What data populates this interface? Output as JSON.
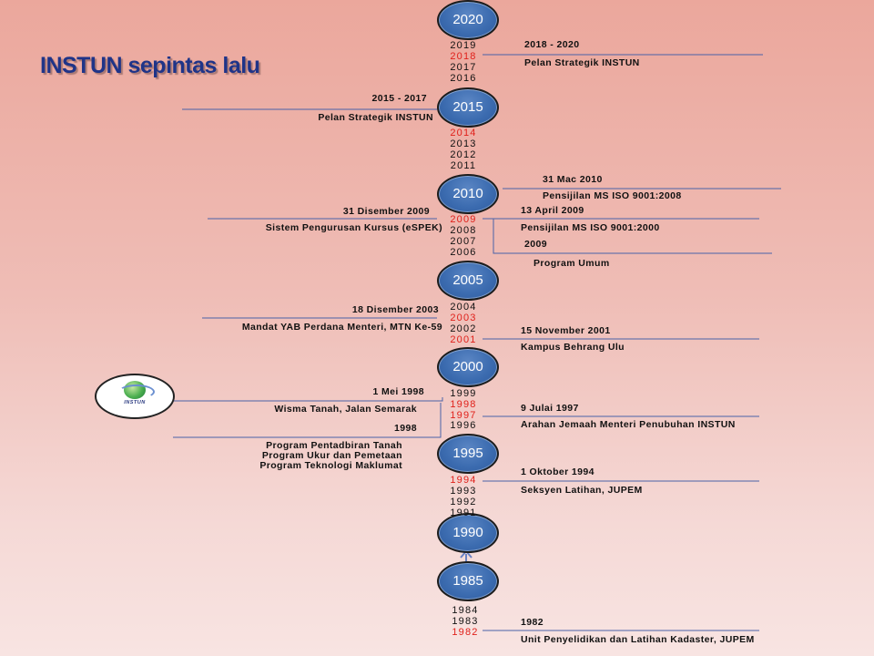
{
  "title": "INSTUN sepintas lalu",
  "timeline": {
    "milestones": [
      {
        "key": "m2020",
        "label": "2020"
      },
      {
        "key": "m2015",
        "label": "2015"
      },
      {
        "key": "m2010",
        "label": "2010"
      },
      {
        "key": "m2005",
        "label": "2005"
      },
      {
        "key": "m2000",
        "label": "2000"
      },
      {
        "key": "m1995",
        "label": "1995"
      },
      {
        "key": "m1990",
        "label": "1990"
      },
      {
        "key": "m1985",
        "label": "1985"
      }
    ],
    "years": [
      {
        "text": "2019",
        "highlight": false
      },
      {
        "text": "2018",
        "highlight": true
      },
      {
        "text": "2017",
        "highlight": false
      },
      {
        "text": "2016",
        "highlight": false
      },
      {
        "text": "2014",
        "highlight": true
      },
      {
        "text": "2013",
        "highlight": false
      },
      {
        "text": "2012",
        "highlight": false
      },
      {
        "text": "2011",
        "highlight": false
      },
      {
        "text": "2009",
        "highlight": true
      },
      {
        "text": "2008",
        "highlight": false
      },
      {
        "text": "2007",
        "highlight": false
      },
      {
        "text": "2006",
        "highlight": false
      },
      {
        "text": "2004",
        "highlight": false
      },
      {
        "text": "2003",
        "highlight": true
      },
      {
        "text": "2002",
        "highlight": false
      },
      {
        "text": "2001",
        "highlight": true
      },
      {
        "text": "1999",
        "highlight": false
      },
      {
        "text": "1998",
        "highlight": true
      },
      {
        "text": "1997",
        "highlight": true
      },
      {
        "text": "1996",
        "highlight": false
      },
      {
        "text": "1994",
        "highlight": true
      },
      {
        "text": "1993",
        "highlight": false
      },
      {
        "text": "1992",
        "highlight": false
      },
      {
        "text": "1991",
        "highlight": false
      },
      {
        "text": "1984",
        "highlight": false
      },
      {
        "text": "1983",
        "highlight": false
      },
      {
        "text": "1982",
        "highlight": true
      }
    ]
  },
  "events": {
    "e2018_date": "2018 - 2020",
    "e2018_desc": "Pelan Strategik INSTUN",
    "e2015_date": "2015 - 2017",
    "e2015_desc": "Pelan Strategik INSTUN",
    "e2010_date": "31 Mac 2010",
    "e2010_desc": "Pensijilan MS ISO 9001:2008",
    "e2009a_date": "31 Disember 2009",
    "e2009a_desc": "Sistem Pengurusan Kursus (eSPEK)",
    "e2009b_date": "13 April 2009",
    "e2009b_desc": "Pensijilan MS ISO 9001:2000",
    "e2009c_date": "2009",
    "e2009c_desc": "Program Umum",
    "e2003_date": "18 Disember 2003",
    "e2003_desc": "Mandat YAB Perdana Menteri, MTN Ke-59",
    "e2001_date": "15 November 2001",
    "e2001_desc": "Kampus Behrang Ulu",
    "e1998a_date": "1 Mei 1998",
    "e1998a_desc": "Wisma Tanah, Jalan Semarak",
    "e1998b_date": "1998",
    "e1998b_desc1": "Program Pentadbiran Tanah",
    "e1998b_desc2": "Program Ukur dan Pemetaan",
    "e1998b_desc3": "Program Teknologi Maklumat",
    "e1997_date": "9 Julai 1997",
    "e1997_desc": "Arahan Jemaah Menteri Penubuhan INSTUN",
    "e1994_date": "1 Oktober 1994",
    "e1994_desc": "Seksyen Latihan, JUPEM",
    "e1982_date": "1982",
    "e1982_desc": "Unit Penyelidikan dan Latihan Kadaster, JUPEM"
  },
  "logo": {
    "text": "INSTUN"
  },
  "colors": {
    "milestone_fill": "#3c6cb0",
    "highlight_year": "#e0201a",
    "connector_line": "#4a62a8",
    "title": "#1f3488"
  }
}
